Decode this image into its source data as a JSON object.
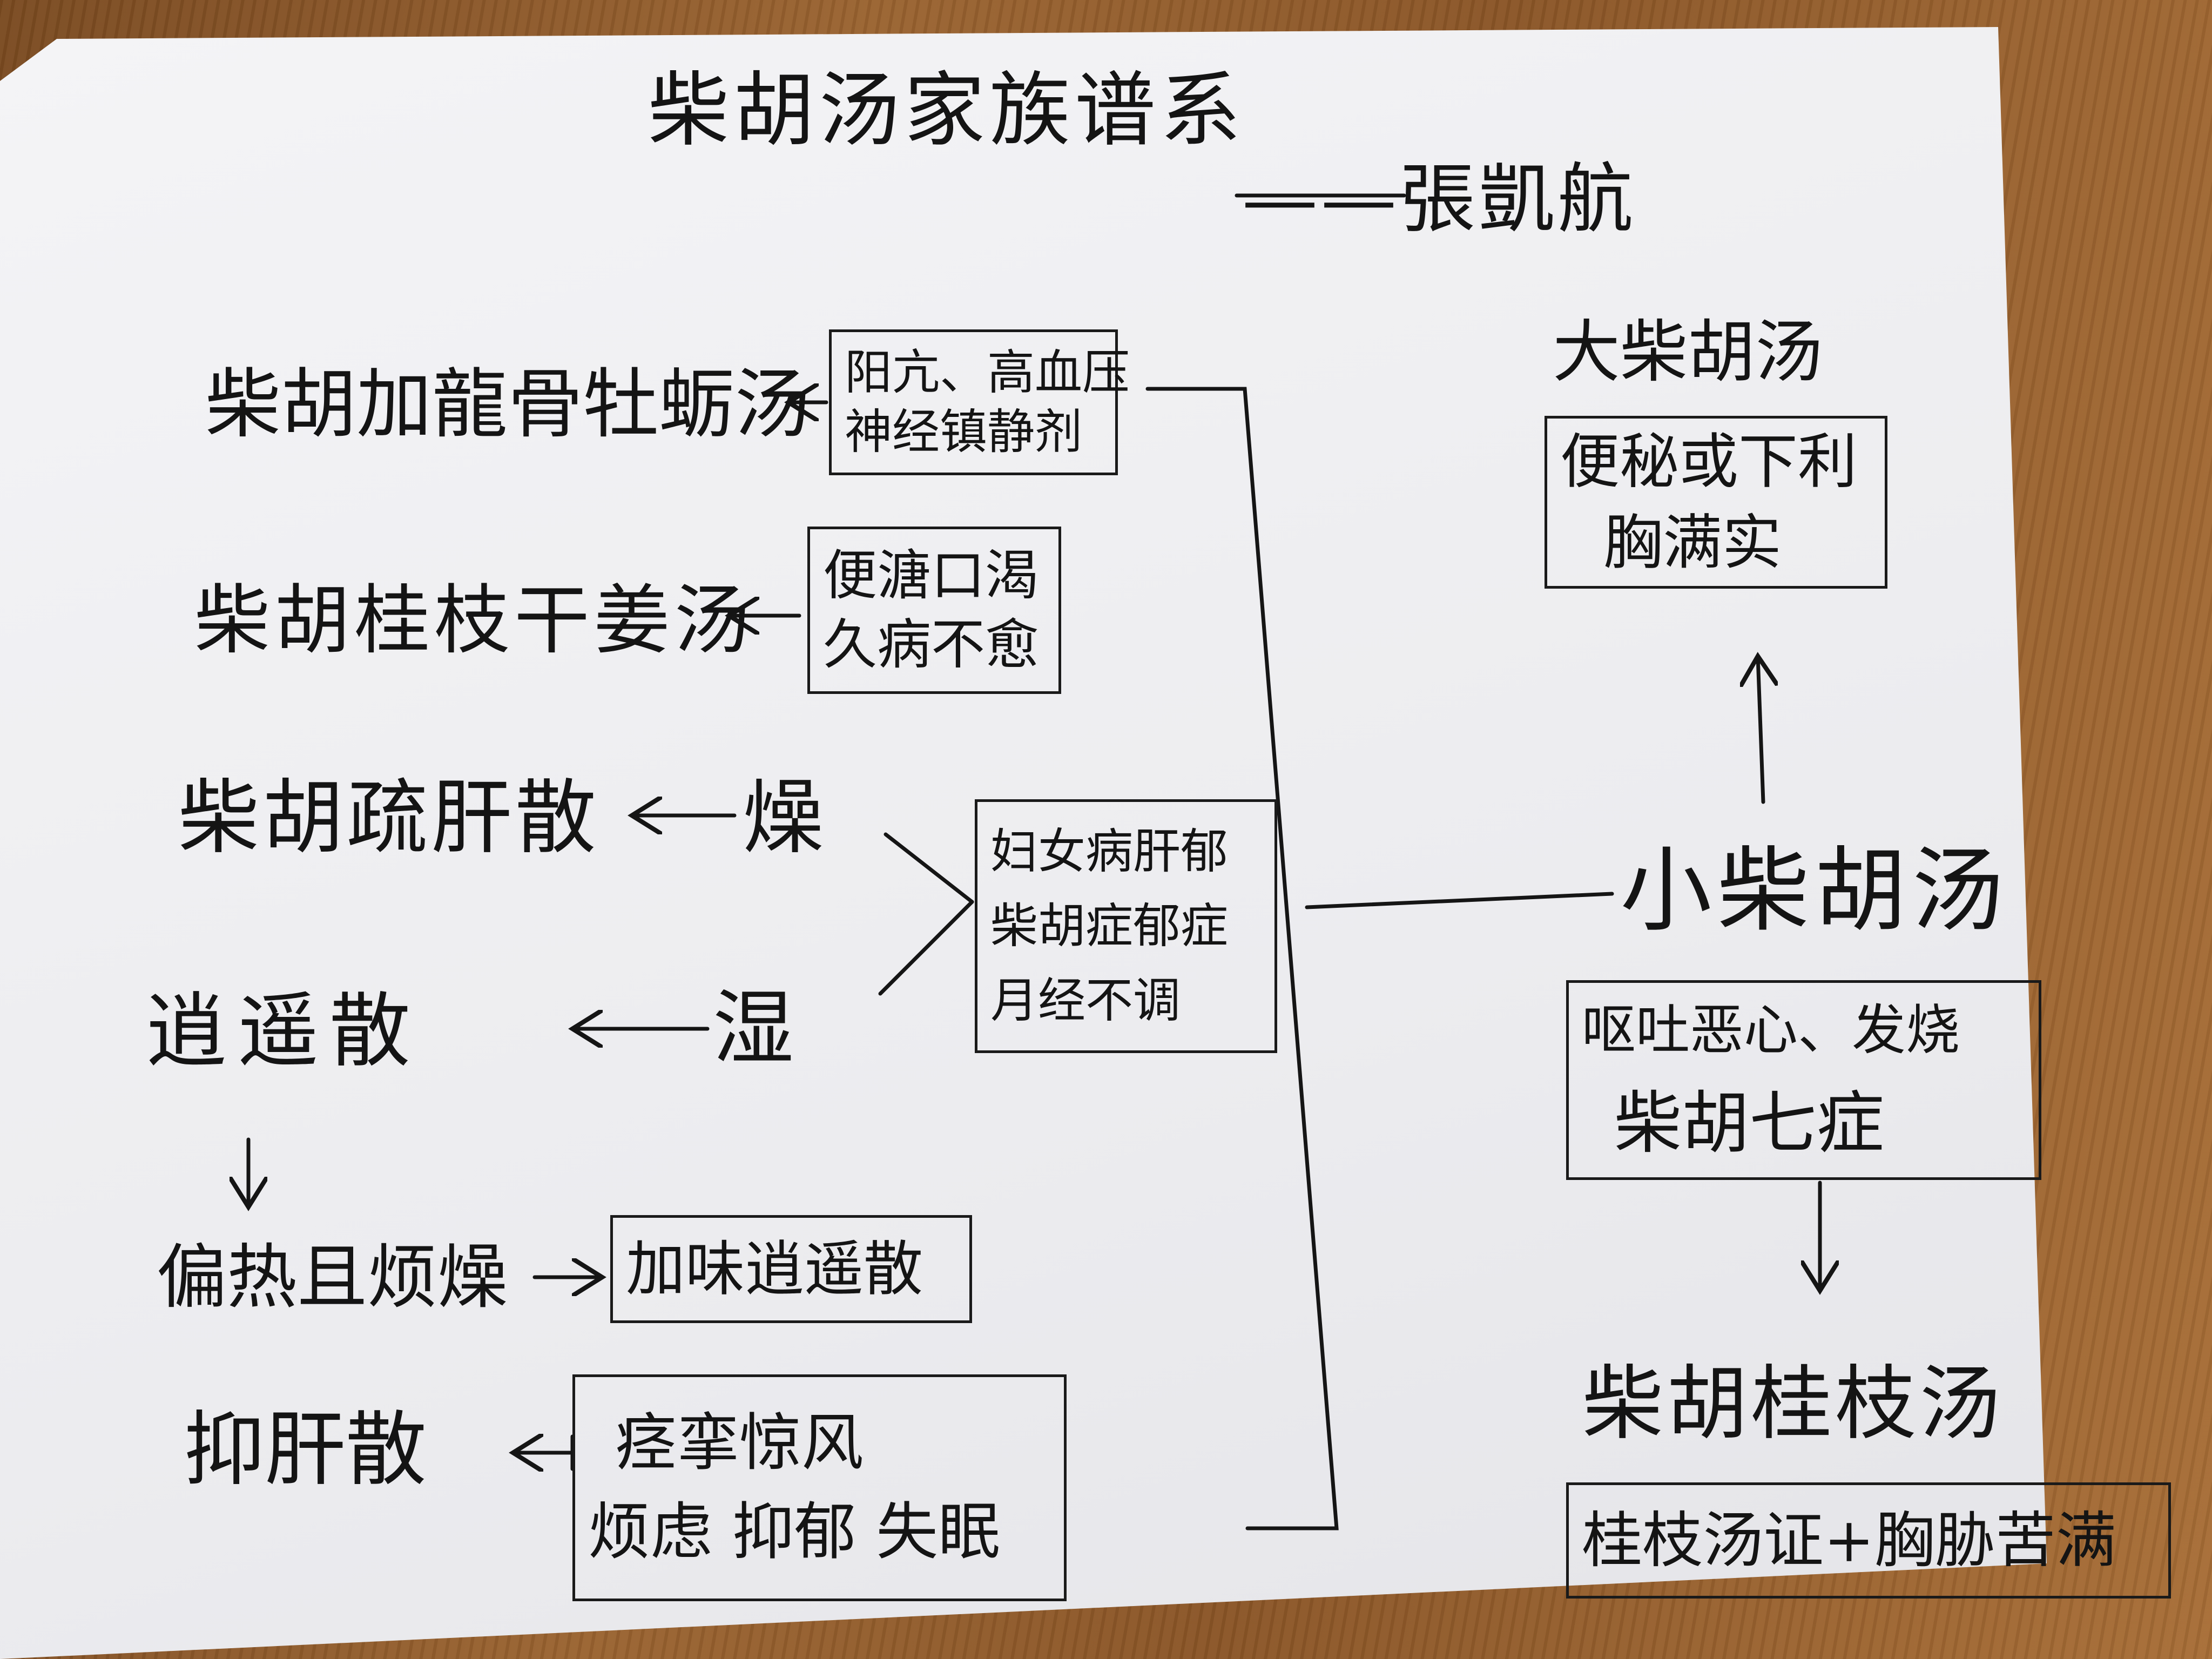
{
  "title": "柴胡汤家族谱系",
  "author": "——張凱航",
  "center": {
    "name": "小柴胡汤",
    "symptoms": [
      "呕吐恶心、发烧",
      "柴胡七症"
    ]
  },
  "right_branches": [
    {
      "name": "大柴胡汤",
      "symptoms": [
        "便秘或下利",
        "胸满实"
      ]
    },
    {
      "name": "柴胡桂枝汤",
      "symptoms": [
        "桂枝汤证+胸胁苦满"
      ]
    }
  ],
  "left_branches": [
    {
      "name": "柴胡加龍骨牡蛎汤",
      "symptoms": [
        "阳亢、高血压",
        "神经镇静剂"
      ]
    },
    {
      "name": "柴胡桂枝干姜汤",
      "symptoms": [
        "便溏口渴",
        "久病不愈"
      ]
    },
    {
      "name": "柴胡疏肝散",
      "condition": "燥"
    },
    {
      "name": "逍遥散",
      "condition": "湿"
    },
    {
      "name": "抑肝散",
      "symptoms": [
        "痉挛惊风",
        "烦虑 抑郁 失眠"
      ]
    }
  ],
  "women_box": [
    "妇女病肝郁",
    "柴胡症郁症",
    "月经不调"
  ],
  "xiaoyao_branch": {
    "condition": "偏热且烦燥",
    "name": "加味逍遥散"
  }
}
